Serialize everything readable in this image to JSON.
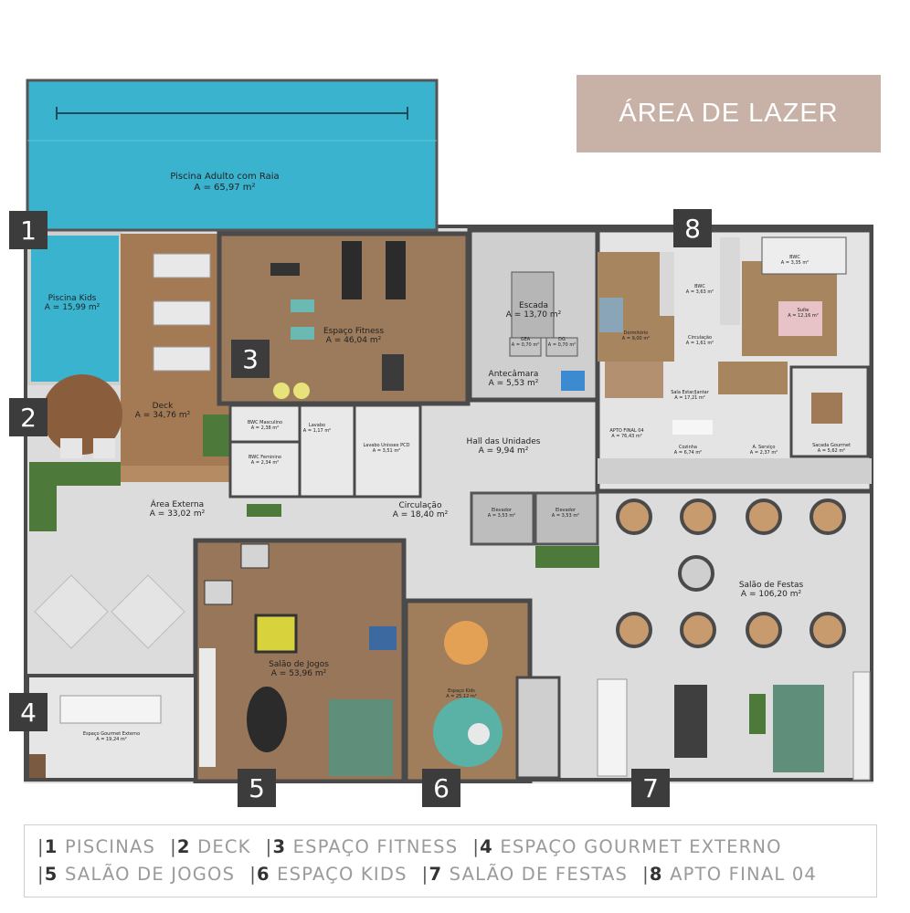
{
  "title": "ÁREA DE LAZER",
  "markers": [
    {
      "num": "1"
    },
    {
      "num": "2"
    },
    {
      "num": "3"
    },
    {
      "num": "4"
    },
    {
      "num": "5"
    },
    {
      "num": "6"
    },
    {
      "num": "7"
    },
    {
      "num": "8"
    }
  ],
  "rooms": {
    "piscina_adulto": {
      "name": "Piscina Adulto com Raia",
      "area": "A = 65,97 m²"
    },
    "piscina_kids": {
      "name": "Piscina Kids",
      "area": "A = 15,99 m²"
    },
    "deck": {
      "name": "Deck",
      "area": "A = 34,76 m²"
    },
    "fitness": {
      "name": "Espaço Fitness",
      "area": "A = 46,04 m²"
    },
    "escada": {
      "name": "Escada",
      "area": "A = 13,70 m²"
    },
    "antecamara": {
      "name": "Antecâmara",
      "area": "A = 5,53 m²"
    },
    "hall": {
      "name": "Hall das Unidades",
      "area": "A = 9,94 m²"
    },
    "circulacao": {
      "name": "Circulação",
      "area": "A = 18,40 m²"
    },
    "area_externa": {
      "name": "Área Externa",
      "area": "A = 33,02 m²"
    },
    "salao_jogos": {
      "name": "Salão de Jogos",
      "area": "A = 53,96 m²"
    },
    "espaco_kids": {
      "name": "Espaço Kids",
      "area": "A = 25,12 m²"
    },
    "salao_festas": {
      "name": "Salão de Festas",
      "area": "A = 106,20 m²"
    },
    "gourmet_externo": {
      "name": "Espaço Gourmet Externo",
      "area": "A = 19,24 m²"
    },
    "bwc_masc": {
      "name": "BWC Masculino",
      "area": "A = 2,38 m²"
    },
    "bwc_fem": {
      "name": "BWC Feminino",
      "area": "A = 2,34 m²"
    },
    "lavabo": {
      "name": "Lavabo",
      "area": "A = 1,17 m²"
    },
    "lavabo_pcd": {
      "name": "Lavabo Unissex PCD",
      "area": "A = 3,51 m²"
    },
    "elevador1": {
      "name": "Elevador",
      "area": "A = 3,53 m²"
    },
    "elevador2": {
      "name": "Elevador",
      "area": "A = 3,53 m²"
    },
    "gea": {
      "name": "GEA",
      "area": "A = 0,70 m²"
    },
    "dg": {
      "name": "DG",
      "area": "A = 0,70 m²"
    },
    "apto": {
      "name": "APTO FINAL 04",
      "area": "A = 76,43 m²"
    },
    "dormitorio": {
      "name": "Dormitório",
      "area": "A = 9,00 m²"
    },
    "bwc_apto": {
      "name": "BWC",
      "area": "A = 3,63 m²"
    },
    "circ_apto": {
      "name": "Circulação",
      "area": "A = 1,61 m²"
    },
    "suite": {
      "name": "Suíte",
      "area": "A = 12,16 m²"
    },
    "bwc_suite": {
      "name": "BWC",
      "area": "A = 3,35 m²"
    },
    "sala": {
      "name": "Sala Estar/Jantar",
      "area": "A = 17,21 m²"
    },
    "cozinha": {
      "name": "Cozinha",
      "area": "A = 6,74 m²"
    },
    "a_servico": {
      "name": "A. Serviço",
      "area": "A = 2,37 m²"
    },
    "sacada": {
      "name": "Sacada Gourmet",
      "area": "A = 5,62 m²"
    }
  },
  "legend": {
    "row1": [
      {
        "num": "1",
        "label": "PISCINAS"
      },
      {
        "num": "2",
        "label": "DECK"
      },
      {
        "num": "3",
        "label": "ESPAÇO FITNESS"
      },
      {
        "num": "4",
        "label": "ESPAÇO GOURMET EXTERNO"
      }
    ],
    "row2": [
      {
        "num": "5",
        "label": "SALÃO DE JOGOS"
      },
      {
        "num": "6",
        "label": "ESPAÇO KIDS"
      },
      {
        "num": "7",
        "label": "SALÃO DE FESTAS"
      },
      {
        "num": "8",
        "label": "APTO FINAL 04"
      }
    ]
  },
  "colors": {
    "pool": "#3ab3cf",
    "wood": "#a47a55",
    "floor": "#dedede",
    "wall": "#4a4a4a",
    "title_bg": "#c8b2a7",
    "marker_bg": "#3c3c3c"
  }
}
